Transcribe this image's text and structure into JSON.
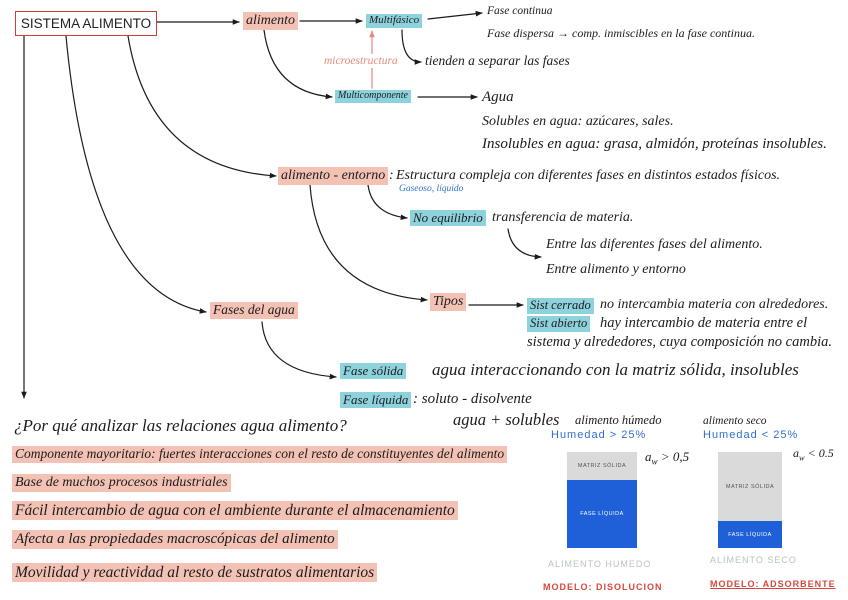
{
  "colors": {
    "salmon": "#f4c2b5",
    "teal": "#8dd2dc",
    "ink": "#1b1b1b",
    "micro": "#e48a7c",
    "box_border": "#c8413c",
    "blue_text": "#2e6fd2",
    "water": "#1f5fd8",
    "matrix": "#dadada",
    "caption": "#b7c6b7",
    "model": "#d8473c"
  },
  "root": {
    "title": "SISTEMA ALIMENTO"
  },
  "alimento": {
    "label": "alimento",
    "multifasico": {
      "label": "Multifásico",
      "fase_continua": "Fase continua",
      "fase_dispersa": "Fase dispersa → comp. inmiscibles en la fase continua.",
      "microestructura": "microestructura",
      "note": "tienden a separar las fases"
    },
    "multicomponente": {
      "label": "Multicomponente",
      "items": [
        "Agua",
        "Solubles en agua: azúcares, sales.",
        "Insolubles en agua: grasa, almidón, proteínas insolubles."
      ]
    }
  },
  "entorno": {
    "label": "alimento - entorno",
    "colon": ":",
    "description": "Estructura compleja con diferentes fases en distintos estados físicos.",
    "states": "Gaseoso, líquido",
    "no_equilibrio": {
      "label": "No equilibrio",
      "description": "transferencia de materia.",
      "items": [
        "Entre las diferentes fases del alimento.",
        "Entre alimento y entorno"
      ]
    },
    "tipos": {
      "label": "Tipos",
      "cerrado": {
        "label": "Sist cerrado",
        "description": "no intercambia materia con alrededores."
      },
      "abierto": {
        "label": "Sist abierto",
        "description": [
          "hay intercambio de materia entre el",
          "sistema y alrededores, cuya composición no cambia."
        ]
      }
    }
  },
  "fases_agua": {
    "label": "Fases del agua",
    "solida": {
      "label": "Fase sólida",
      "description": "agua interaccionando con la matriz sólida, insolubles"
    },
    "liquida": {
      "label": "Fase líquida",
      "description": ": soluto - disolvente",
      "note": "agua + solubles"
    }
  },
  "why": {
    "question": "¿Por qué analizar las relaciones agua alimento?",
    "reasons": [
      "Componente mayoritario: fuertes interacciones con el resto de constituyentes del alimento",
      "Base de muchos procesos industriales",
      "Fácil intercambio de agua con el ambiente durante el almacenamiento",
      "Afecta a las propiedades macroscópicas del alimento",
      "Movilidad y reactividad al resto de sustratos alimentarios"
    ]
  },
  "models": [
    {
      "title": "alimento húmedo",
      "humidity": "Humedad > 25%",
      "matrix_label": "MATRIZ SÓLIDA",
      "water_label": "FASE LÍQUIDA",
      "aw": {
        "symbol": "a",
        "sub": "w",
        "value": "> 0,5"
      },
      "caption": "ALIMENTO HUMEDO",
      "model": "MODELO: DISOLUCION"
    },
    {
      "title": "alimento seco",
      "humidity": "Humedad < 25%",
      "matrix_label": "MATRIZ SÓLIDA",
      "water_label": "FASE LÍQUIDA",
      "aw": {
        "symbol": "a",
        "sub": "w",
        "value": "< 0.5"
      },
      "caption": "ALIMENTO SECO",
      "model": "MODELO: ADSORBENTE"
    }
  ]
}
